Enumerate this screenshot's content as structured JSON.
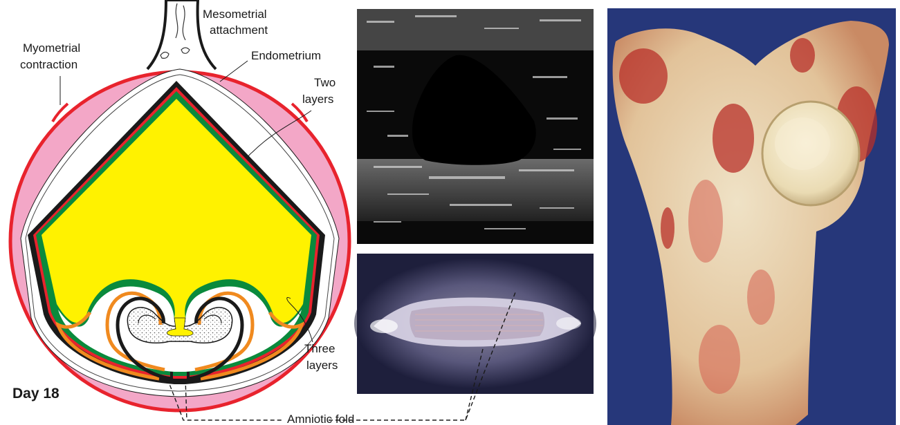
{
  "labels": {
    "mesometrial_line1": "Mesometrial",
    "mesometrial_line2": "attachment",
    "myometrial_line1": "Myometrial",
    "myometrial_line2": "contraction",
    "endometrium": "Endometrium",
    "two_layers_line1": "Two",
    "two_layers_line2": "layers",
    "three_layers_line1": "Three",
    "three_layers_line2": "layers",
    "day": "Day 18",
    "amniotic_fold": "Amniotic fold"
  },
  "colors": {
    "uterine_wall": "#e8232d",
    "endometrium": "#f3a7c7",
    "yolk_sac": "#fff200",
    "allantois_layer": "#0a8a3c",
    "trophoblast": "#1a1a1a",
    "amnion": "#f08a1f",
    "ultrasound_background": "#0a0a0a",
    "photo_background": "#26377a"
  },
  "panels": {
    "ultrasound": "ultrasound-image",
    "conceptus_photo": "conceptus-photograph",
    "uterus_photo": "opened-uterus-photograph"
  }
}
